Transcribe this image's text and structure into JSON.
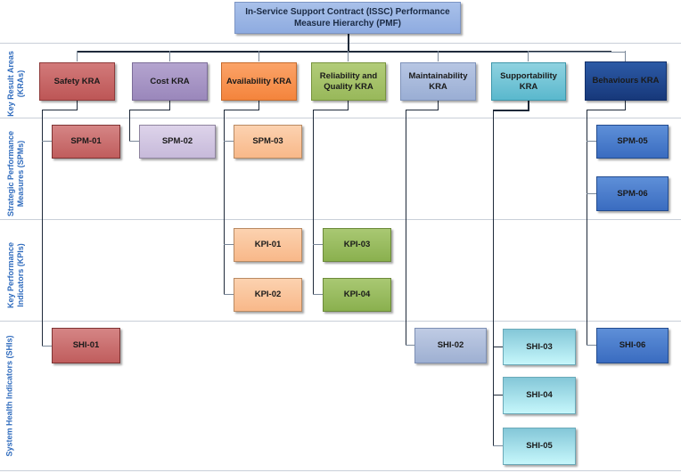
{
  "title": "In-Service Support Contract (ISSC) Performance Measure Hierarchy  (PMF)",
  "lanes": [
    {
      "id": "kra",
      "label": "Key Result Areas (KRAs)"
    },
    {
      "id": "spm",
      "label": "Strategic Performance Measures (SPMs)"
    },
    {
      "id": "kpi",
      "label": "Key Performance Indicators (KPIs)"
    },
    {
      "id": "shi",
      "label": "System Health Indicators (SHIs)"
    }
  ],
  "kras": [
    {
      "id": "safety",
      "label": "Safety KRA",
      "color": "#c86868"
    },
    {
      "id": "cost",
      "label": "Cost KRA",
      "color": "#a796c5"
    },
    {
      "id": "availability",
      "label": "Availability KRA",
      "color": "#f8934f"
    },
    {
      "id": "reliability",
      "label": "Reliability and Quality KRA",
      "color": "#a5c269"
    },
    {
      "id": "maintainability",
      "label": "Maintainability KRA",
      "color": "#a9badc"
    },
    {
      "id": "supportability",
      "label": "Supportability KRA",
      "color": "#74c5d6"
    },
    {
      "id": "behaviours",
      "label": "Behaviours KRA",
      "color": "#1f4790"
    }
  ],
  "spms": [
    {
      "label": "SPM-01",
      "kra": "safety"
    },
    {
      "label": "SPM-02",
      "kra": "cost"
    },
    {
      "label": "SPM-03",
      "kra": "availability"
    },
    {
      "label": "SPM-05",
      "kra": "behaviours"
    },
    {
      "label": "SPM-06",
      "kra": "behaviours"
    }
  ],
  "kpis": [
    {
      "label": "KPI-01",
      "kra": "availability"
    },
    {
      "label": "KPI-02",
      "kra": "availability"
    },
    {
      "label": "KPI-03",
      "kra": "reliability"
    },
    {
      "label": "KPI-04",
      "kra": "reliability"
    }
  ],
  "shis": [
    {
      "label": "SHI-01",
      "kra": "safety"
    },
    {
      "label": "SHI-02",
      "kra": "maintainability"
    },
    {
      "label": "SHI-03",
      "kra": "supportability"
    },
    {
      "label": "SHI-04",
      "kra": "supportability"
    },
    {
      "label": "SHI-05",
      "kra": "supportability"
    },
    {
      "label": "SHI-06",
      "kra": "behaviours"
    }
  ]
}
